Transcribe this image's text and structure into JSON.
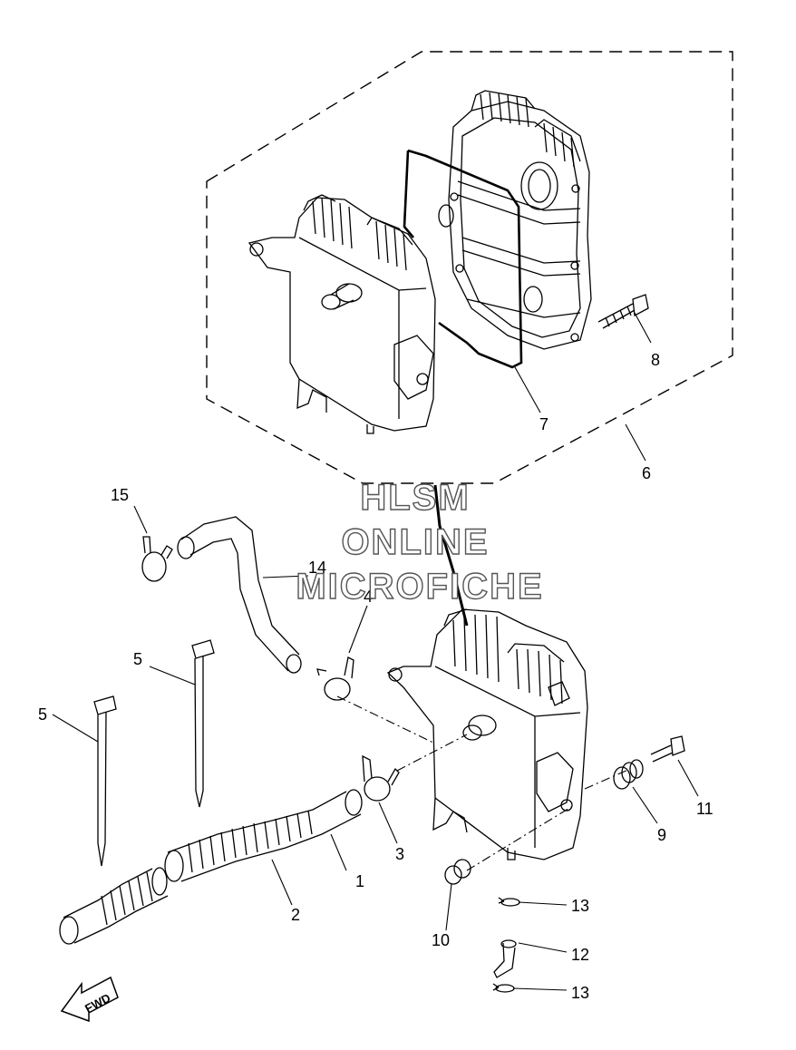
{
  "diagram": {
    "callouts": [
      {
        "id": "1",
        "label": "1"
      },
      {
        "id": "2",
        "label": "2"
      },
      {
        "id": "3",
        "label": "3"
      },
      {
        "id": "4",
        "label": "4"
      },
      {
        "id": "5a",
        "label": "5"
      },
      {
        "id": "5b",
        "label": "5"
      },
      {
        "id": "6",
        "label": "6"
      },
      {
        "id": "7",
        "label": "7"
      },
      {
        "id": "8",
        "label": "8"
      },
      {
        "id": "9",
        "label": "9"
      },
      {
        "id": "10",
        "label": "10"
      },
      {
        "id": "11",
        "label": "11"
      },
      {
        "id": "12",
        "label": "12"
      },
      {
        "id": "13a",
        "label": "13"
      },
      {
        "id": "13b",
        "label": "13"
      },
      {
        "id": "14",
        "label": "14"
      },
      {
        "id": "15",
        "label": "15"
      }
    ],
    "direction_arrow": "FWD"
  },
  "watermark": {
    "line1": "HLSM",
    "line2": "ONLINE",
    "line3": "MICROFICHE"
  },
  "colors": {
    "ink": "#000000",
    "background": "#ffffff",
    "watermark_outline": "#555555"
  }
}
